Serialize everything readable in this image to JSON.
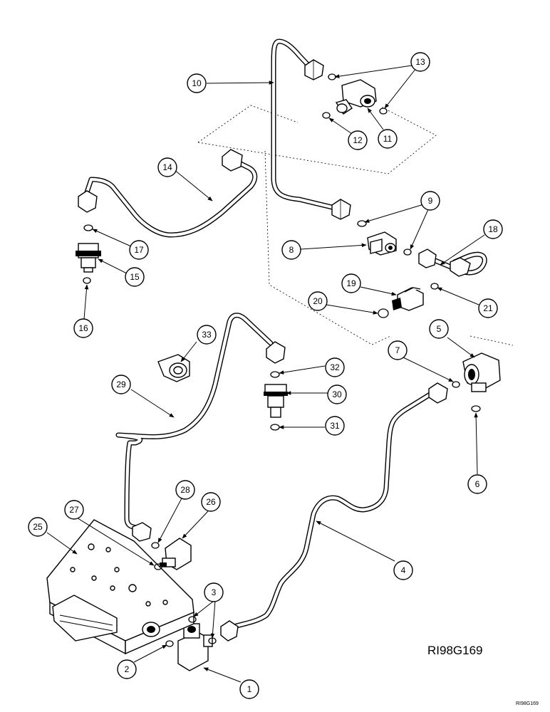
{
  "drawing_reference": "RI98G169",
  "drawing_reference_small": "RI98G169",
  "callouts": [
    "1",
    "2",
    "3",
    "4",
    "5",
    "6",
    "7",
    "8",
    "9",
    "10",
    "11",
    "12",
    "13",
    "14",
    "15",
    "16",
    "17",
    "18",
    "19",
    "20",
    "21",
    "25",
    "26",
    "27",
    "28",
    "29",
    "30",
    "31",
    "32",
    "33"
  ]
}
